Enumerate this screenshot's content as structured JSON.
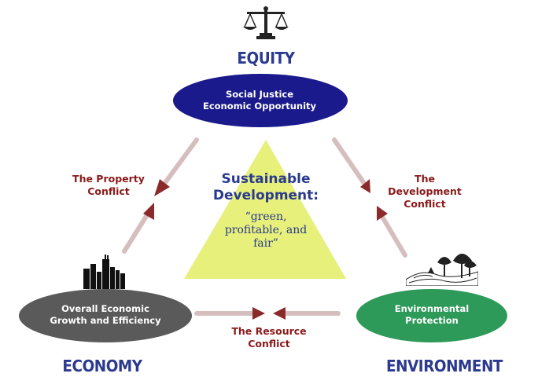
{
  "titles": {
    "equity": "EQUITY",
    "economy": "ECONOMY",
    "environment": "ENVIRONMENT"
  },
  "nodes": {
    "equity": {
      "line1": "Social Justice",
      "line2": "Economic Opportunity",
      "color": "#1a1a8c"
    },
    "economy": {
      "line1": "Overall Economic",
      "line2": "Growth and Efficiency",
      "color": "#5a5a5a"
    },
    "environment": {
      "line1": "Environmental",
      "line2": "Protection",
      "color": "#2e9a5a"
    }
  },
  "conflicts": {
    "property": {
      "line1": "The Property",
      "line2": "Conflict"
    },
    "development": {
      "line1": "The",
      "line2": "Development",
      "line3": "Conflict"
    },
    "resource": {
      "line1": "The Resource",
      "line2": "Conflict"
    }
  },
  "center": {
    "line1": "Sustainable",
    "line2": "Development:",
    "quote1": "“green,",
    "quote2": "profitable, and",
    "quote3": "fair”",
    "triangle_color": "#e6f07a"
  },
  "icons": {
    "equity": "scales-of-justice-icon",
    "economy": "city-skyline-icon",
    "environment": "landscape-trees-icon"
  },
  "colors": {
    "title": "#2b3a8f",
    "conflict_text": "#8b1a1a",
    "arrow": "#8b2a2a"
  }
}
